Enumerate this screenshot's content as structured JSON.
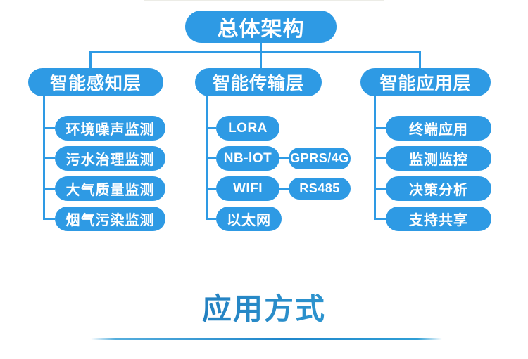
{
  "palette": {
    "node_blue": "#2e9ae4",
    "connector_blue": "#2e9ae4",
    "footer_title_gradient_left": "#1b6fb4",
    "footer_title_gradient_right": "#35a6dc",
    "node_text": "#ffffff"
  },
  "diagram": {
    "root_label": "总体架构",
    "columns": [
      {
        "header": "智能感知层",
        "children": [
          {
            "label": "环境噪声监测"
          },
          {
            "label": "污水治理监测"
          },
          {
            "label": "大气质量监测"
          },
          {
            "label": "烟气污染监测"
          }
        ]
      },
      {
        "header": "智能传输层",
        "children": [
          {
            "label": "LORA"
          },
          {
            "label": "NB-lOT",
            "attached": "GPRS/4G"
          },
          {
            "label": "WIFI",
            "attached": "RS485"
          },
          {
            "label": "以太网"
          }
        ]
      },
      {
        "header": "智能应用层",
        "children": [
          {
            "label": "终端应用"
          },
          {
            "label": "监测监控"
          },
          {
            "label": "决策分析"
          },
          {
            "label": "支持共享"
          }
        ]
      }
    ]
  },
  "footer": {
    "title": "应用方式"
  }
}
